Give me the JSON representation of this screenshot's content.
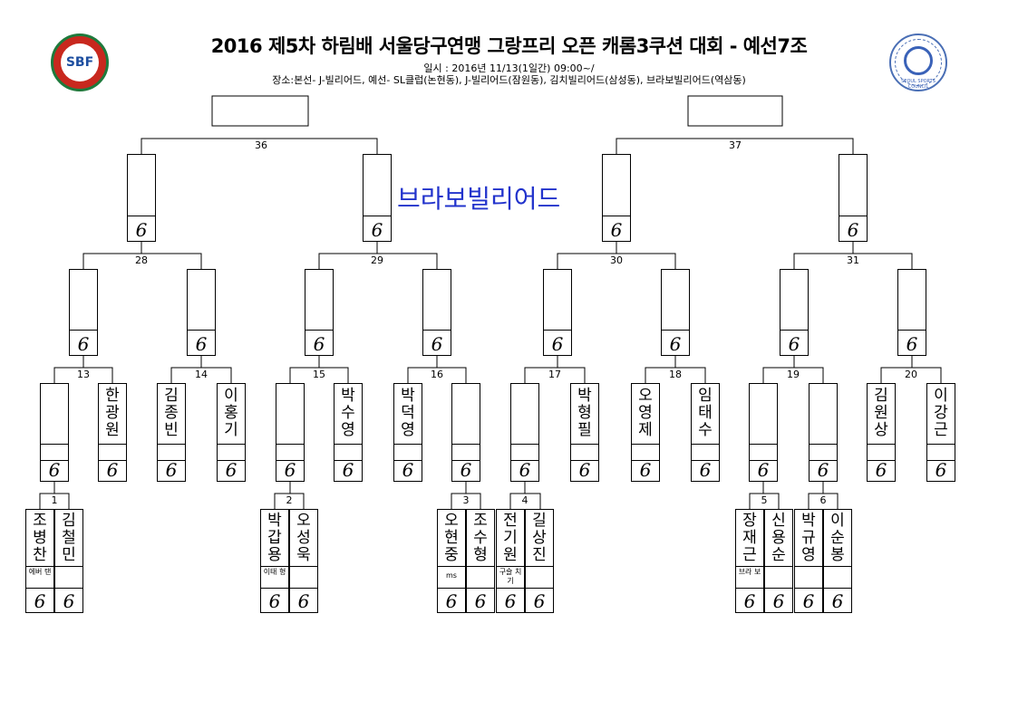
{
  "header": {
    "title": "2016 제5차 하림배 서울당구연맹 그랑프리 오픈 캐롬3쿠션 대회 - 예선7조",
    "date_line": "일시 : 2016년 11/13(1일간) 09:00~/",
    "venue_line": "장소:본선- J-빌리어드, 예선- SL클럽(논현동), J-빌리어드(잠원동), 김치빌리어드(삼성동), 브라보빌리어드(역삼동)",
    "logo_left_text": "SBF",
    "logo_right_text": "SEOUL SPORTS COUNCIL"
  },
  "venue_label": "브라보빌리어드",
  "score_placeholder": "6",
  "match_numbers": {
    "m1": "1",
    "m2": "2",
    "m3": "3",
    "m4": "4",
    "m5": "5",
    "m6": "6",
    "m13": "13",
    "m14": "14",
    "m15": "15",
    "m16": "16",
    "m17": "17",
    "m18": "18",
    "m19": "19",
    "m20": "20",
    "m28": "28",
    "m29": "29",
    "m30": "30",
    "m31": "31",
    "m36": "36",
    "m37": "37"
  },
  "players": {
    "p_hankwangwon": "한광원",
    "p_kimjongbin": "김종빈",
    "p_leehonggi": "이홍기",
    "p_parksuyoung": "박수영",
    "p_parkdeokyoung": "박덕영",
    "p_parkhyungpil": "박형필",
    "p_ohyoungje": "오영제",
    "p_imtaesu": "임태수",
    "p_kimwonsang": "김원상",
    "p_leegangeun": "이강근",
    "p_chobyungchan": "조병찬",
    "p_kimchulmin": "김철민",
    "p_parkgapyong": "박갑용",
    "p_ohsungwook": "오성욱",
    "p_ohhyunjung": "오현중",
    "p_josuhyung": "조수형",
    "p_jeongiwon": "전기원",
    "p_gilsangjin": "길상진",
    "p_jangjaegeun": "장재근",
    "p_shinyongsun": "신용순",
    "p_parkgyuyoung": "박규영",
    "p_leesunbong": "이순봉"
  },
  "club_notes": {
    "n_chobyungchan": "에버 탠",
    "n_parkgapyong": "이태 형",
    "n_ohhyunjung": "ms",
    "n_jeongiwon": "구슬 치기",
    "n_jangjaegeun": "브라 보"
  }
}
